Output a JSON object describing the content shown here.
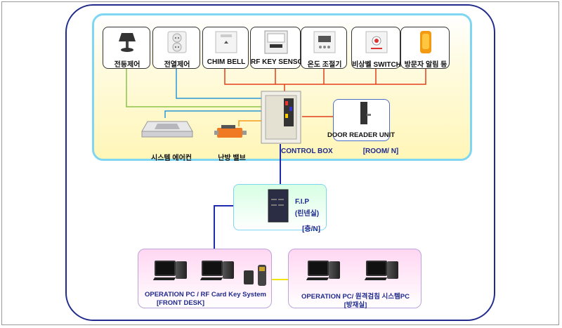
{
  "devices": [
    {
      "id": "light",
      "label": "전등제어",
      "icon": "lamp-icon"
    },
    {
      "id": "outlet",
      "label": "전열제어",
      "icon": "outlet-icon"
    },
    {
      "id": "chime",
      "label": "CHIM BELL",
      "icon": "chime-bell-icon"
    },
    {
      "id": "rfkey",
      "label": "RF KEY SENSOR",
      "icon": "key-sensor-icon"
    },
    {
      "id": "thermo",
      "label": "온도 조절기",
      "icon": "thermostat-icon"
    },
    {
      "id": "emergency",
      "label": "비상벨 SWITCH",
      "icon": "emergency-switch-icon"
    },
    {
      "id": "visitor",
      "label": "방문자 알림 등",
      "icon": "visitor-lamp-icon"
    }
  ],
  "room": {
    "aircon": "시스템 에어컨",
    "valve": "난방 밸브",
    "control_box": "CONTROL BOX",
    "door_reader": "DOOR READER UNIT",
    "room_tag": "[ROOM/ N]"
  },
  "fip": {
    "title": "F.I.P",
    "subtitle": "(린넨실)",
    "floor_tag": "[층/N]"
  },
  "front_desk": {
    "line1": "OPERATION PC / RF Card Key System",
    "line2": "[FRONT DESK]"
  },
  "security": {
    "line1": "OPERATION PC/ 원격검침 시스템PC",
    "line2": "[방재실]"
  },
  "colors": {
    "outer_border": "#1f2a8c",
    "room_border": "#7fd6f2",
    "line_green": "#8bc34a",
    "line_blue": "#2b96d6",
    "line_red": "#e0401e",
    "line_yellow": "#f2e400",
    "line_navy": "#1f2ab0"
  }
}
